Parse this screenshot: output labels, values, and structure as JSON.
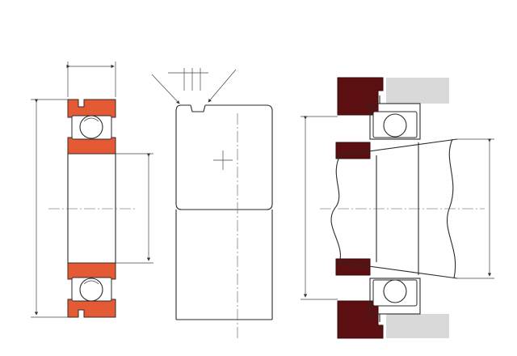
{
  "colors": {
    "ring_fill": "#e35a35",
    "housing_fill": "#5b0f10",
    "wall_fill": "#d9d9d9",
    "line": "#2a2a2a",
    "background": "#ffffff"
  },
  "views": [
    {
      "name": "bearing-cross-section",
      "style": "sealed deep groove ball bearing, orange rings"
    },
    {
      "name": "bearing-side-view",
      "style": "outline with snap-ring groove"
    },
    {
      "name": "mounting-arrangement",
      "style": "bearing in dark housing on shaft"
    }
  ],
  "labels": []
}
